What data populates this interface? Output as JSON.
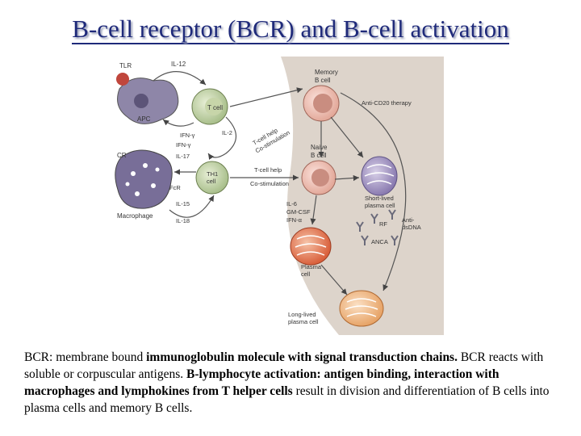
{
  "title": "B-cell receptor (BCR) and B-cell activation",
  "diagram": {
    "labels": {
      "tlr": "TLR",
      "apc": "APC",
      "il12": "IL-12",
      "tcell": "T cell",
      "ifng_top": "IFN-γ",
      "il2": "IL-2",
      "ifng": "IFN-γ",
      "il17": "IL-17",
      "cr": "CR",
      "fcr": "FcR",
      "macrophage": "Macrophage",
      "il15": "IL-15",
      "il18": "IL-18",
      "th1_line1": "TH1",
      "th1_line2": "cell",
      "tcell_help": "T-cell help",
      "costim": "Co-stimulation",
      "tcell_help_diag": "T-cell help",
      "costim_diag": "Co-stimulation",
      "memory_line1": "Memory",
      "memory_line2": "B cell",
      "anti_cd20": "Anti-CD20 therapy",
      "naive_line1": "Naive",
      "naive_line2": "B cell",
      "shortlived_line1": "Short-lived",
      "shortlived_line2": "plasma cell",
      "il6": "IL-6",
      "gmcsf": "GM-CSF",
      "ifna": "IFN-α",
      "rf": "RF",
      "antids_line1": "Anti-",
      "antids_line2": "dsDNA",
      "anca": "ANCA",
      "plasma_line1": "Plasma",
      "plasma_line2": "cell",
      "longlived_line1": "Long-lived",
      "longlived_line2": "plasma cell"
    }
  },
  "caption": {
    "p1": "BCR: membrane bound ",
    "b1": "immunoglobulin molecule with signal transduction chains.",
    "p2": " BCR reacts with soluble or corpuscular antigens.  ",
    "b2": "B-lymphocyte activation: antigen binding, interaction with macrophages and lymphokines from T helper cells",
    "p3": " result in division and differentiation of B cells into plasma cells and memory B cells."
  }
}
